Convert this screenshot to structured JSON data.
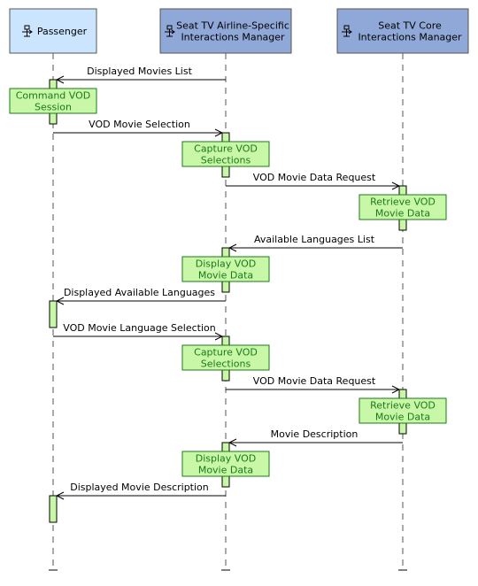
{
  "participants": [
    {
      "id": "p",
      "lines": [
        "Passenger"
      ],
      "fill": "#cce5ff"
    },
    {
      "id": "a",
      "lines": [
        "Seat TV Airline-Specific",
        "Interactions Manager"
      ],
      "fill": "#8fa8d8"
    },
    {
      "id": "c",
      "lines": [
        "Seat TV Core",
        "Interactions Manager"
      ],
      "fill": "#8fa8d8"
    }
  ],
  "messages": [
    {
      "from": "a",
      "to": "p",
      "label": "Displayed Movies List"
    },
    {
      "from": "p",
      "to": "a",
      "label": "VOD Movie Selection"
    },
    {
      "from": "a",
      "to": "c",
      "label": "VOD Movie Data Request"
    },
    {
      "from": "c",
      "to": "a",
      "label": "Available Languages List"
    },
    {
      "from": "a",
      "to": "p",
      "label": "Displayed Available Languages"
    },
    {
      "from": "p",
      "to": "a",
      "label": "VOD Movie Language Selection"
    },
    {
      "from": "a",
      "to": "c",
      "label": "VOD Movie Data Request"
    },
    {
      "from": "c",
      "to": "a",
      "label": "Movie Description"
    },
    {
      "from": "a",
      "to": "p",
      "label": "Displayed Movie Description"
    }
  ],
  "actions": [
    {
      "on": "p",
      "lines": [
        "Command VOD",
        "Session"
      ]
    },
    {
      "on": "a",
      "lines": [
        "Capture VOD",
        "Selections"
      ]
    },
    {
      "on": "c",
      "lines": [
        "Retrieve VOD",
        "Movie Data"
      ]
    },
    {
      "on": "a",
      "lines": [
        "Display VOD",
        "Movie Data"
      ]
    },
    {
      "on": "p",
      "lines": []
    },
    {
      "on": "a",
      "lines": [
        "Capture VOD",
        "Selections"
      ]
    },
    {
      "on": "c",
      "lines": [
        "Retrieve VOD",
        "Movie Data"
      ]
    },
    {
      "on": "a",
      "lines": [
        "Display VOD",
        "Movie Data"
      ]
    },
    {
      "on": "p",
      "lines": []
    }
  ],
  "colors": {
    "activation": "#c8f7a8",
    "action_text": "#1a7a1a",
    "lifeline": "#555555"
  },
  "icon": "component-icon"
}
